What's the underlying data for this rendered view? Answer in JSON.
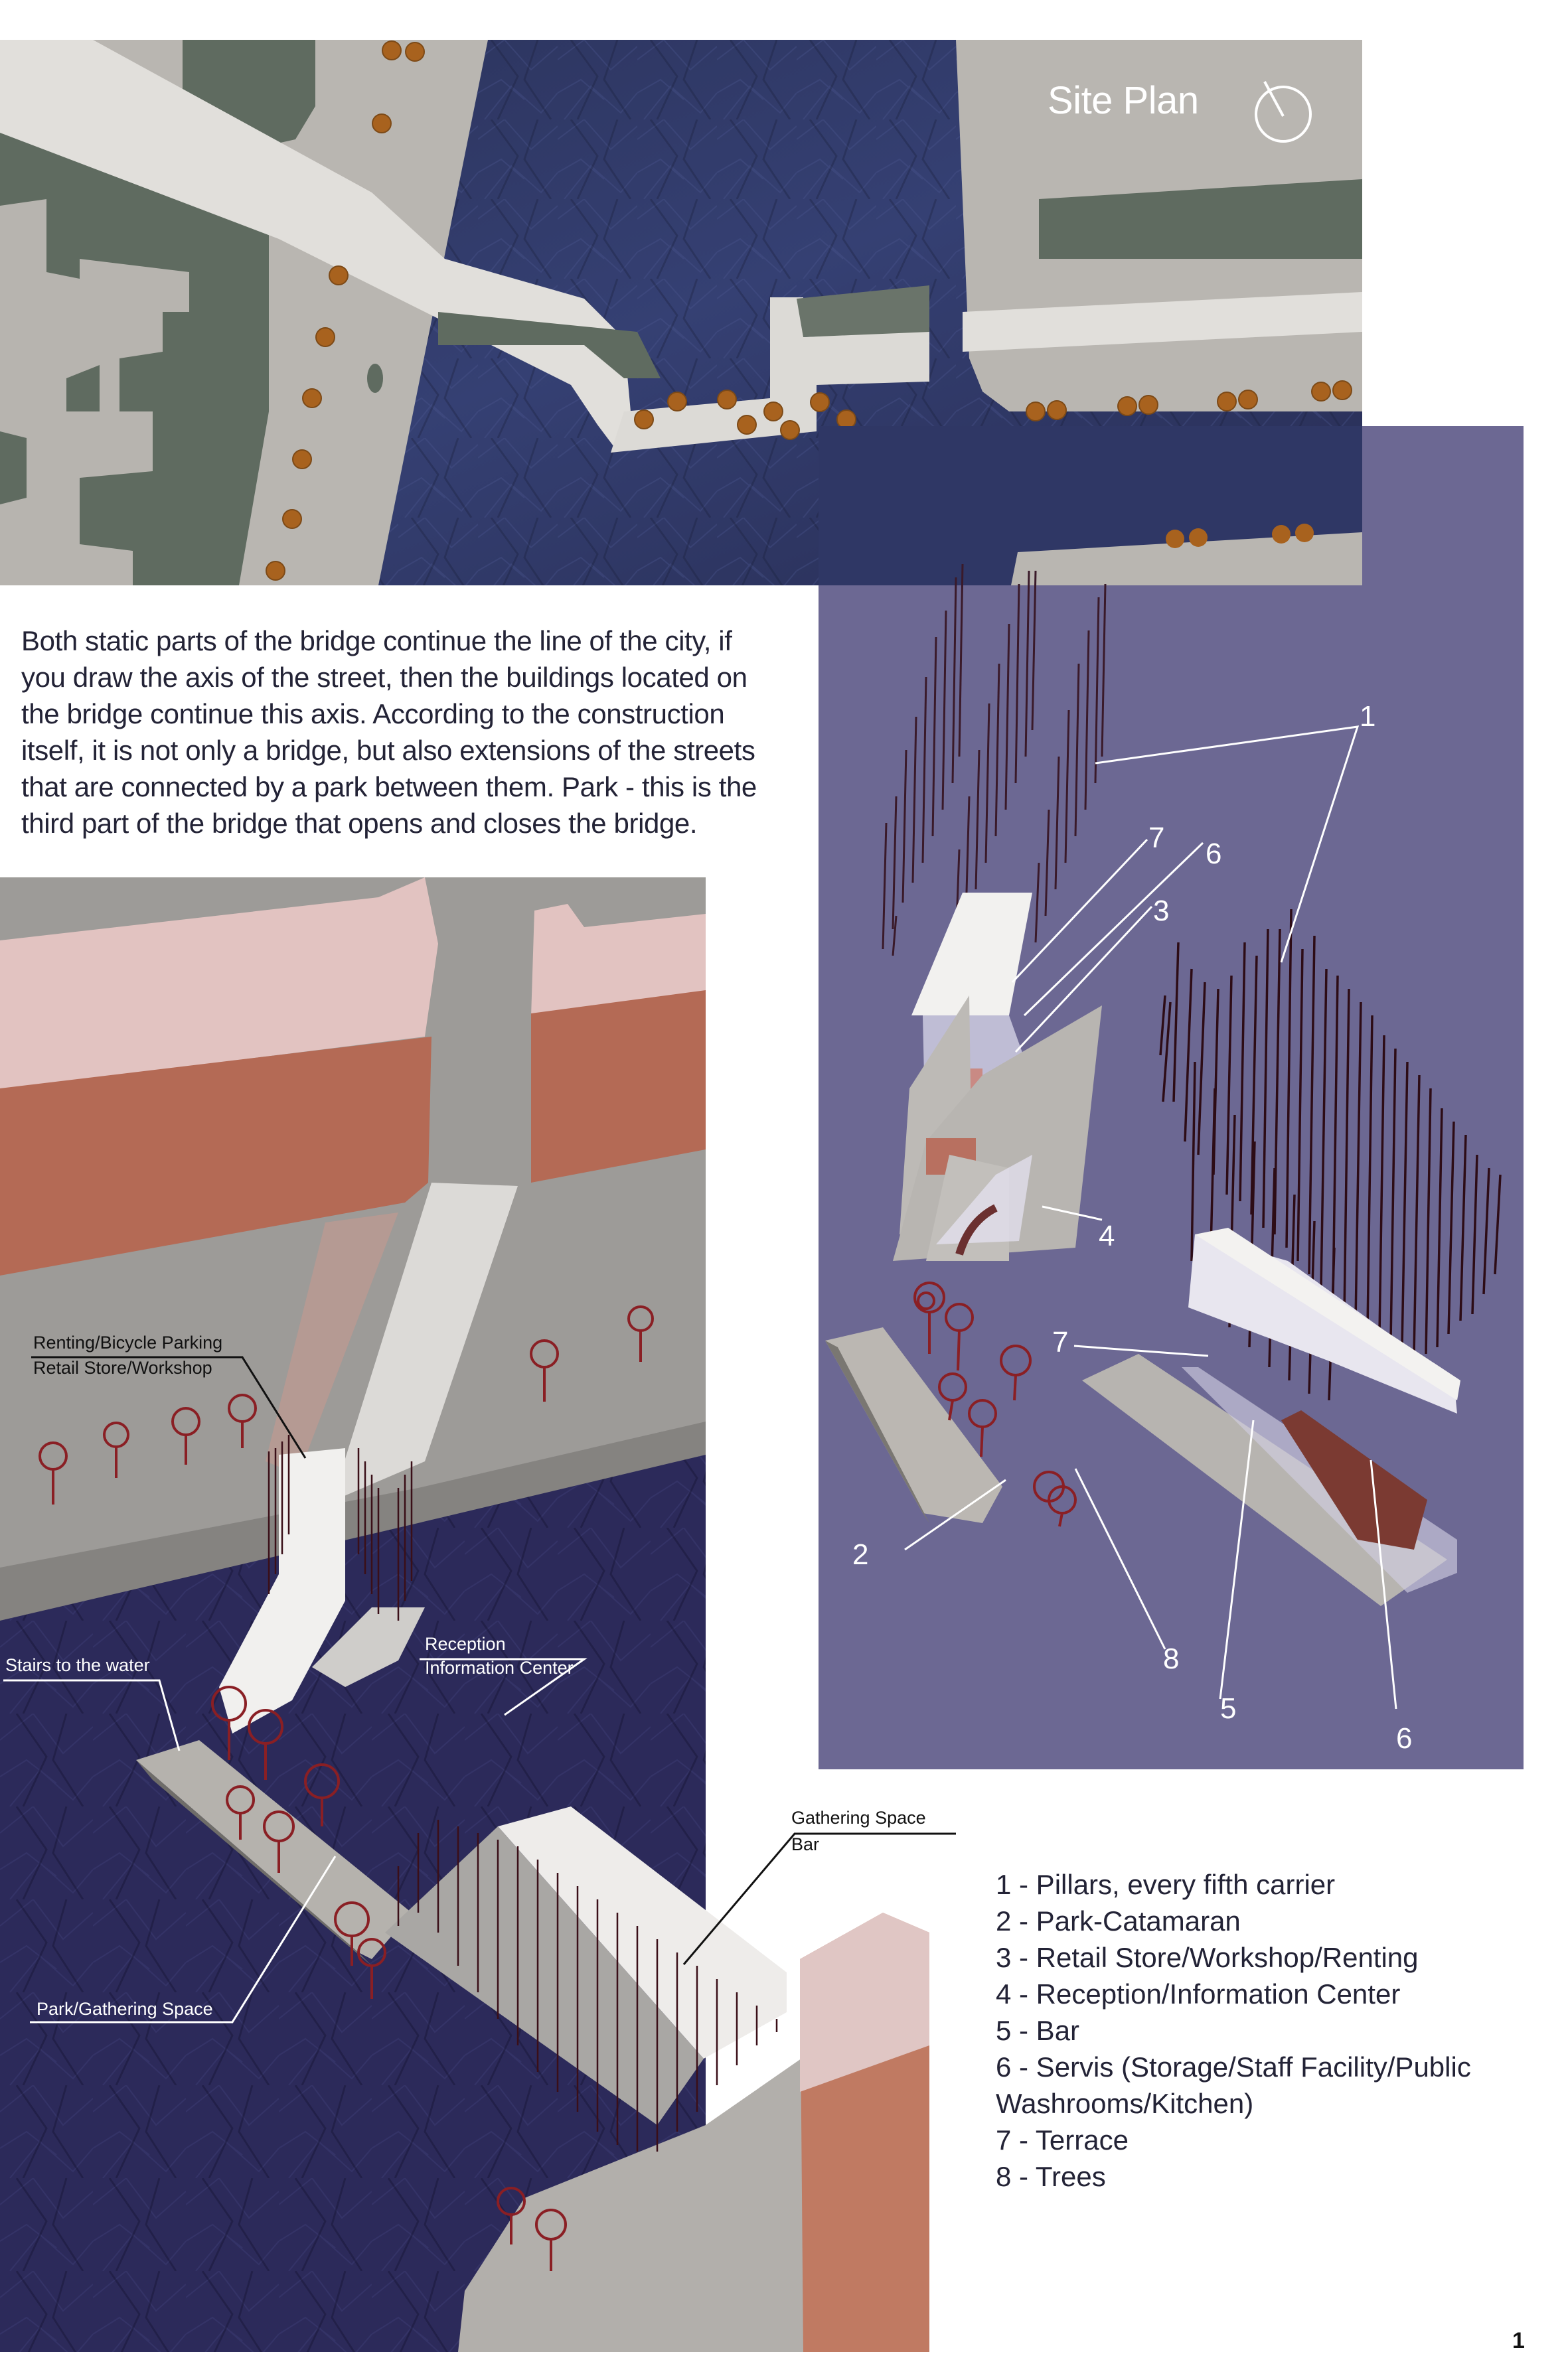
{
  "site_plan": {
    "title": "Site Plan",
    "north_arrow": "north-arrow-icon"
  },
  "description": "Both static parts of the bridge continue the line of the city, if\nyou draw the axis of the street, then the buildings located on\nthe bridge continue this axis. According to the construction\nitself, it is not only a bridge, but also extensions of the streets\nthat are connected by a park between them. Park - this is the\nthird part of the bridge that opens and closes the bridge.",
  "axonometric_labels": {
    "renting": "Renting/Bicycle Parking",
    "retail": "Retail Store/Workshop",
    "reception": "Reception",
    "information": "Information Center",
    "stairs": "Stairs to the water",
    "gathering": "Gathering Space",
    "bar": "Bar",
    "park": "Park/Gathering Space"
  },
  "exploded_numbers": {
    "n1": "1",
    "n7a": "7",
    "n6a": "6",
    "n3": "3",
    "n4": "4",
    "n7b": "7",
    "n2": "2",
    "n8": "8",
    "n5": "5",
    "n6b": "6"
  },
  "legend": {
    "items": [
      "1 - Pillars, every fifth carrier",
      "2 - Park-Catamaran",
      "3 - Retail Store/Workshop/Renting",
      "4 - Reception/Information Center",
      "5 - Bar",
      "6 - Servis (Storage/Staff Facility/Public",
      "Washrooms/Kitchen)",
      "7 - Terrace",
      "8 - Trees"
    ]
  },
  "page_number": "1",
  "colors": {
    "water": "#2e3560",
    "water_dark": "#24264a",
    "concrete": "#b5b2ae",
    "concrete_light": "#dcdad6",
    "building_green": "#5d6a5e",
    "tree_orange": "#a8621e",
    "panel_purple": "#6c6893",
    "brick": "#b56a55",
    "brick_light": "#e2c2c0",
    "tree_red": "#8b1f22",
    "text": "#232336"
  }
}
